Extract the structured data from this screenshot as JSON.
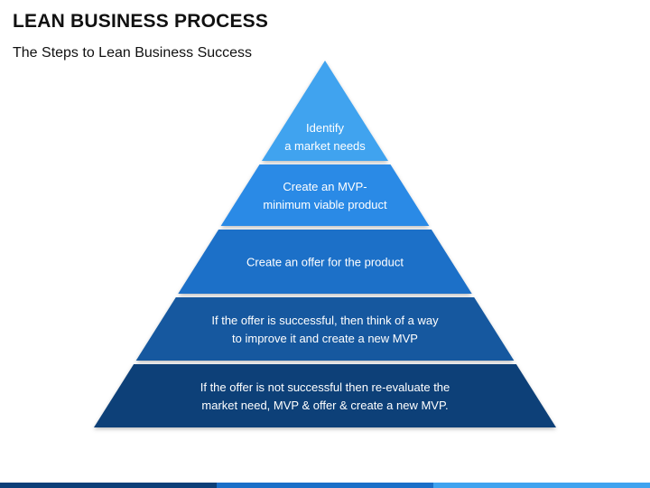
{
  "header": {
    "title": "LEAN BUSINESS PROCESS",
    "subtitle": "The Steps to Lean Business Success"
  },
  "pyramid": {
    "levels": [
      {
        "lines": [
          "Identify",
          "a market needs"
        ],
        "color": "#3fa3ef"
      },
      {
        "lines": [
          "Create an MVP-",
          "minimum viable product"
        ],
        "color": "#2b8ae6"
      },
      {
        "lines": [
          "Create an offer for the product"
        ],
        "color": "#1a6fc8"
      },
      {
        "lines": [
          "If the offer is successful, then think of a way",
          "to improve it and create a new MVP"
        ],
        "color": "#12589f"
      },
      {
        "lines": [
          "If the offer is not successful then re-evaluate the",
          "market need, MVP & offer & create a new MVP."
        ],
        "color": "#0c3f78"
      }
    ]
  },
  "footer_bar": {
    "colors": [
      "#0c3f78",
      "#1a6fc8",
      "#3fa3ef"
    ]
  }
}
